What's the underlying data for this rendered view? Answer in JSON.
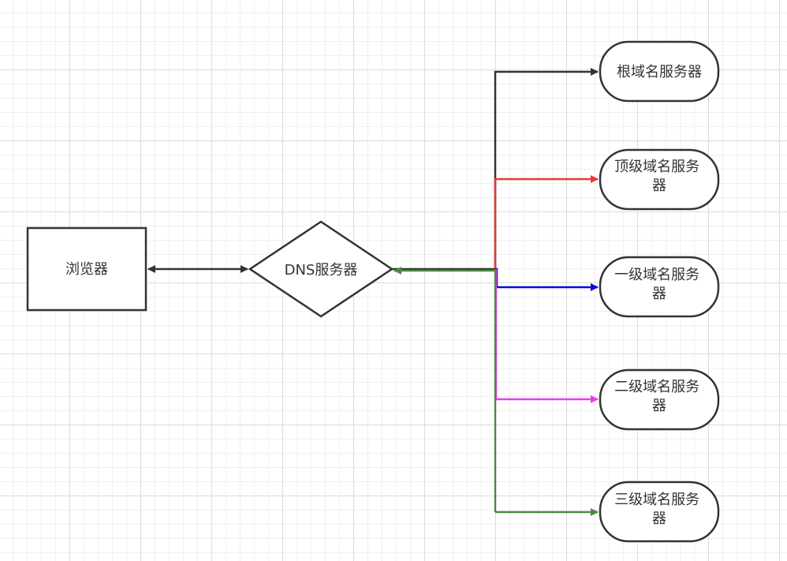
{
  "nodes": {
    "browser": "浏览器",
    "dns_server": "DNS服务器",
    "root_server": "根域名服务器",
    "top_level_server": [
      "顶级域名服务",
      "器"
    ],
    "first_level_server": [
      "一级域名服务",
      "器"
    ],
    "second_level_server": [
      "二级域名服务",
      "器"
    ],
    "third_level_server": [
      "三级域名服务",
      "器"
    ]
  },
  "colors": {
    "root_edge": "#333333",
    "top_level_edge": "#e83a2f",
    "first_level_edge": "#0a0ae0",
    "second_level_edge": "#ee3af0",
    "third_level_edge": "#4e8a43",
    "box_stroke": "#333333"
  }
}
